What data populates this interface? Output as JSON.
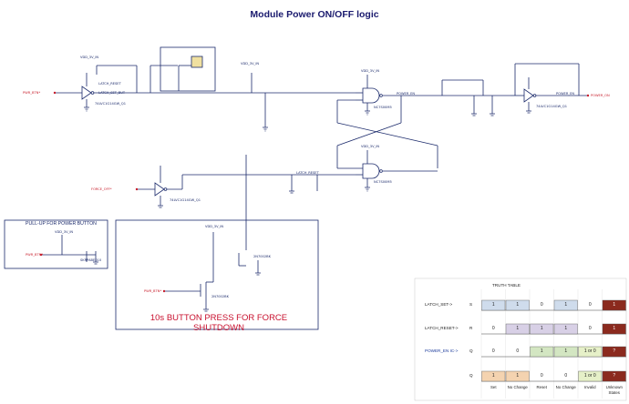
{
  "title": "Module Power ON/OFF logic",
  "net_labels": {
    "pwr_btn_in": "PWR_BTN*",
    "latch_reset": "LATCH_RESET",
    "latch_set": "LATCH_SET_BUT",
    "force_off": "FORCE_OFF*",
    "latch_reset2": "LATCH_RESET",
    "power_en": "POWER_EN",
    "power_en_out": "POWER_EN",
    "power_on": "POWER_ON",
    "vdd_top1": "VDD_3V_IN",
    "vdd_top2": "VDD_3V_IN",
    "vdd_top3": "VDD_3V_IN",
    "vdd_mid": "VDD_3V_IN",
    "vdd_box": "VDD_3V_IN",
    "vdd_pull": "VDD_3V_IN",
    "u1_part": "74LVC1G14GW_Q1",
    "u2_part": "74LVC1G14GW_Q1",
    "u3_part": "74LVC1G14GW_Q1",
    "nand1_part": "NC7S00M5",
    "nand2_part": "NC7S00M5",
    "mosfet1_part": "2N7002BK",
    "mosfet2_part": "2N7002BK",
    "pwr_btn_box": "PWR_BTN*",
    "pwr_btn_pull": "PWR_BTN*",
    "box_sw_part": "SKRPABE010"
  },
  "boxes": {
    "pullup_title": "PULL-UP FOR POWER BUTTON",
    "force_shutdown": "10s BUTTON PRESS FOR FORCE SHUTDOWN"
  },
  "truth_table": {
    "title": "TRUTH TABLE",
    "rows": [
      {
        "label": "LATCH_SET->",
        "sym": "S"
      },
      {
        "label": "LATCH_RESET->",
        "sym": "R"
      },
      {
        "label": "POWER_EN IC->",
        "sym": "Q"
      },
      {
        "label": "",
        "sym": "Q"
      }
    ],
    "columns": [
      "Set",
      "No Change",
      "Reset",
      "No Change",
      "Invalid",
      "Unknown States"
    ],
    "values": {
      "S": [
        "1",
        "1",
        "0",
        "1",
        "0",
        "1"
      ],
      "R": [
        "0",
        "1",
        "1",
        "1",
        "0",
        "1"
      ],
      "Q": [
        "0",
        "0",
        "1",
        "1",
        "1 or 0",
        "?"
      ],
      "Qn": [
        "1",
        "1",
        "0",
        "0",
        "1 or 0",
        "?"
      ]
    },
    "colors": {
      "S": "#cfdcec",
      "R": "#d8d0e6",
      "Q": "#d3e6c2",
      "Qn": "#f4d3b0",
      "invalid": "#e6f0c8",
      "unknown": "#8b2a1e"
    }
  }
}
